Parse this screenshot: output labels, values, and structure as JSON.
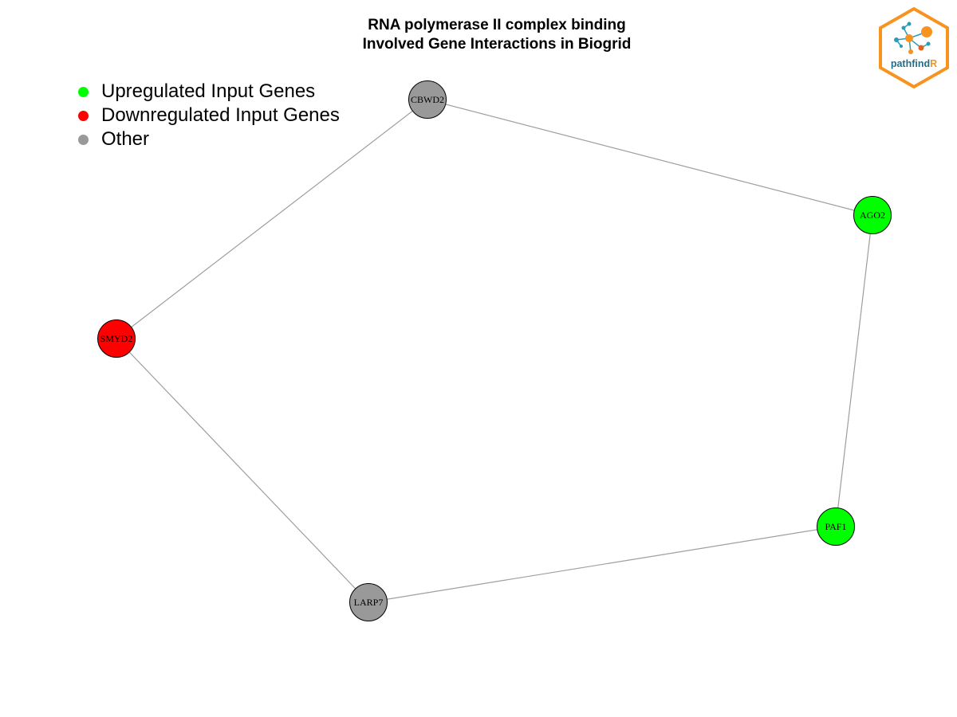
{
  "title": {
    "line1": "RNA polymerase II complex binding",
    "line2": "Involved Gene Interactions in Biogrid"
  },
  "legend": [
    {
      "label": "Upregulated Input Genes",
      "color": "#00ff00"
    },
    {
      "label": "Downregulated Input Genes",
      "color": "#ff0000"
    },
    {
      "label": "Other",
      "color": "#999999"
    }
  ],
  "network": {
    "nodes": [
      {
        "id": "CBWD2",
        "label": "CBWD2",
        "status": "other",
        "color": "#999999"
      },
      {
        "id": "AGO2",
        "label": "AGO2",
        "status": "upregulated",
        "color": "#00ff00"
      },
      {
        "id": "SMYD2",
        "label": "SMYD2",
        "status": "downregulated",
        "color": "#ff0000"
      },
      {
        "id": "PAF1",
        "label": "PAF1",
        "status": "upregulated",
        "color": "#00ff00"
      },
      {
        "id": "LARP7",
        "label": "LARP7",
        "status": "other",
        "color": "#999999"
      }
    ],
    "edges": [
      {
        "source": "CBWD2",
        "target": "AGO2"
      },
      {
        "source": "CBWD2",
        "target": "SMYD2"
      },
      {
        "source": "AGO2",
        "target": "PAF1"
      },
      {
        "source": "SMYD2",
        "target": "LARP7"
      },
      {
        "source": "LARP7",
        "target": "PAF1"
      }
    ]
  },
  "logo": {
    "text_main": "pathfind",
    "text_accent": "R",
    "border_color": "#f7931e",
    "text_color": "#1f6f8b"
  }
}
